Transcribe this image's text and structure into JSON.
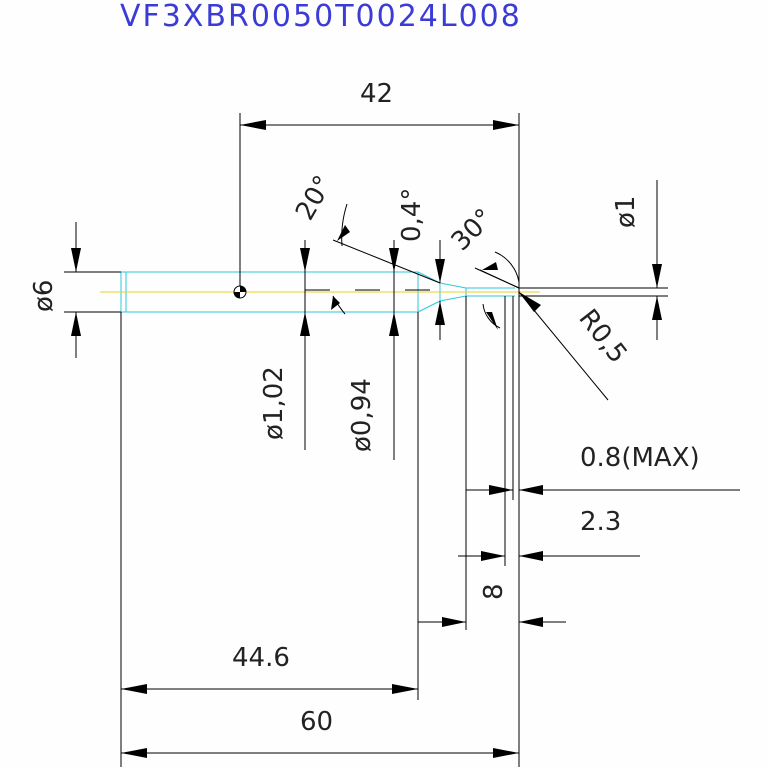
{
  "title": "VF3XBR0050T0024L008",
  "dimensions": {
    "length_42": "42",
    "angle_20": "20°",
    "angle_04": "0,4°",
    "angle_30": "30°",
    "dia_1": "ø1",
    "dia_6": "ø6",
    "radius": "R0,5",
    "dia_102": "ø1,02",
    "dia_094": "ø0,94",
    "length_08max": "0.8(MAX)",
    "length_23": "2.3",
    "length_8": "8",
    "length_446": "44.6",
    "length_60": "60"
  }
}
